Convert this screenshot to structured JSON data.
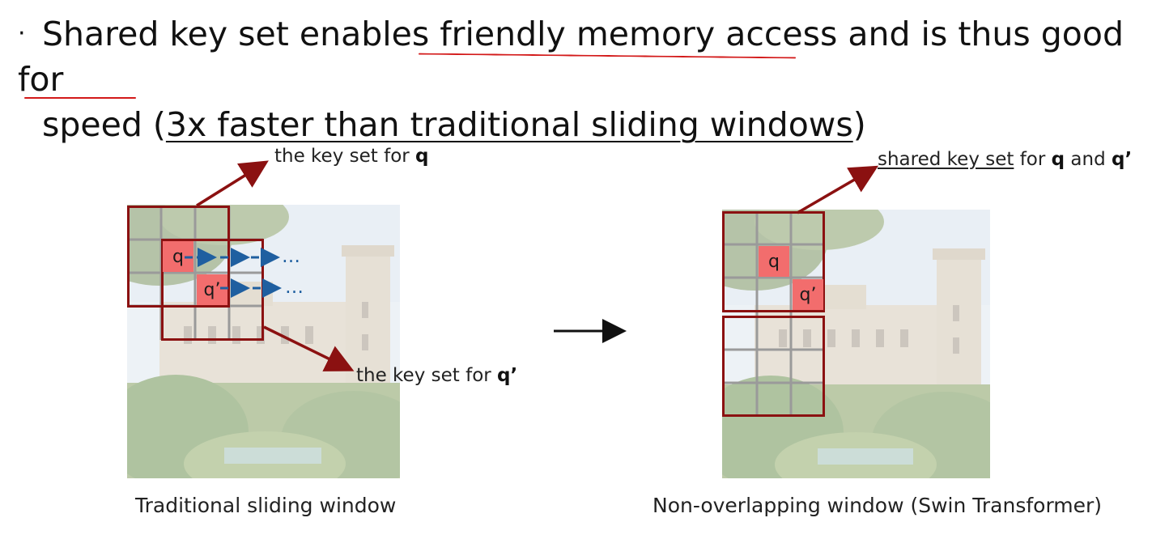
{
  "headline": {
    "bullet": "·",
    "part1": "Shared key set enables ",
    "highlight1": "friendly memory access",
    "part2": " and is thus good for ",
    "highlight2": "speed",
    "part3": " (",
    "underlined": "3x faster than traditional sliding windows",
    "part4": ")"
  },
  "left_panel": {
    "label_q_prefix": "the key set for ",
    "label_q_symbol": "q",
    "label_qp_prefix": "the key set for ",
    "label_qp_symbol": "q’",
    "cell_q": "q",
    "cell_qp": "q’",
    "dots_q": "…",
    "dots_qp": "…",
    "caption": "Traditional sliding window"
  },
  "right_panel": {
    "label_underlined": "shared key set",
    "label_mid": " for ",
    "label_q": "q",
    "label_and": " and ",
    "label_qp": "q’",
    "cell_q": "q",
    "cell_qp": "q’",
    "caption": "Non-overlapping window (Swin Transformer)"
  },
  "colors": {
    "window_border": "#8b1111",
    "arrow_dark_red": "#8b1111",
    "highlight_red": "#d31919",
    "query_fill": "#f26d6d",
    "blue_arrow": "#1f5fa0",
    "grid": "#9a9a9a"
  }
}
